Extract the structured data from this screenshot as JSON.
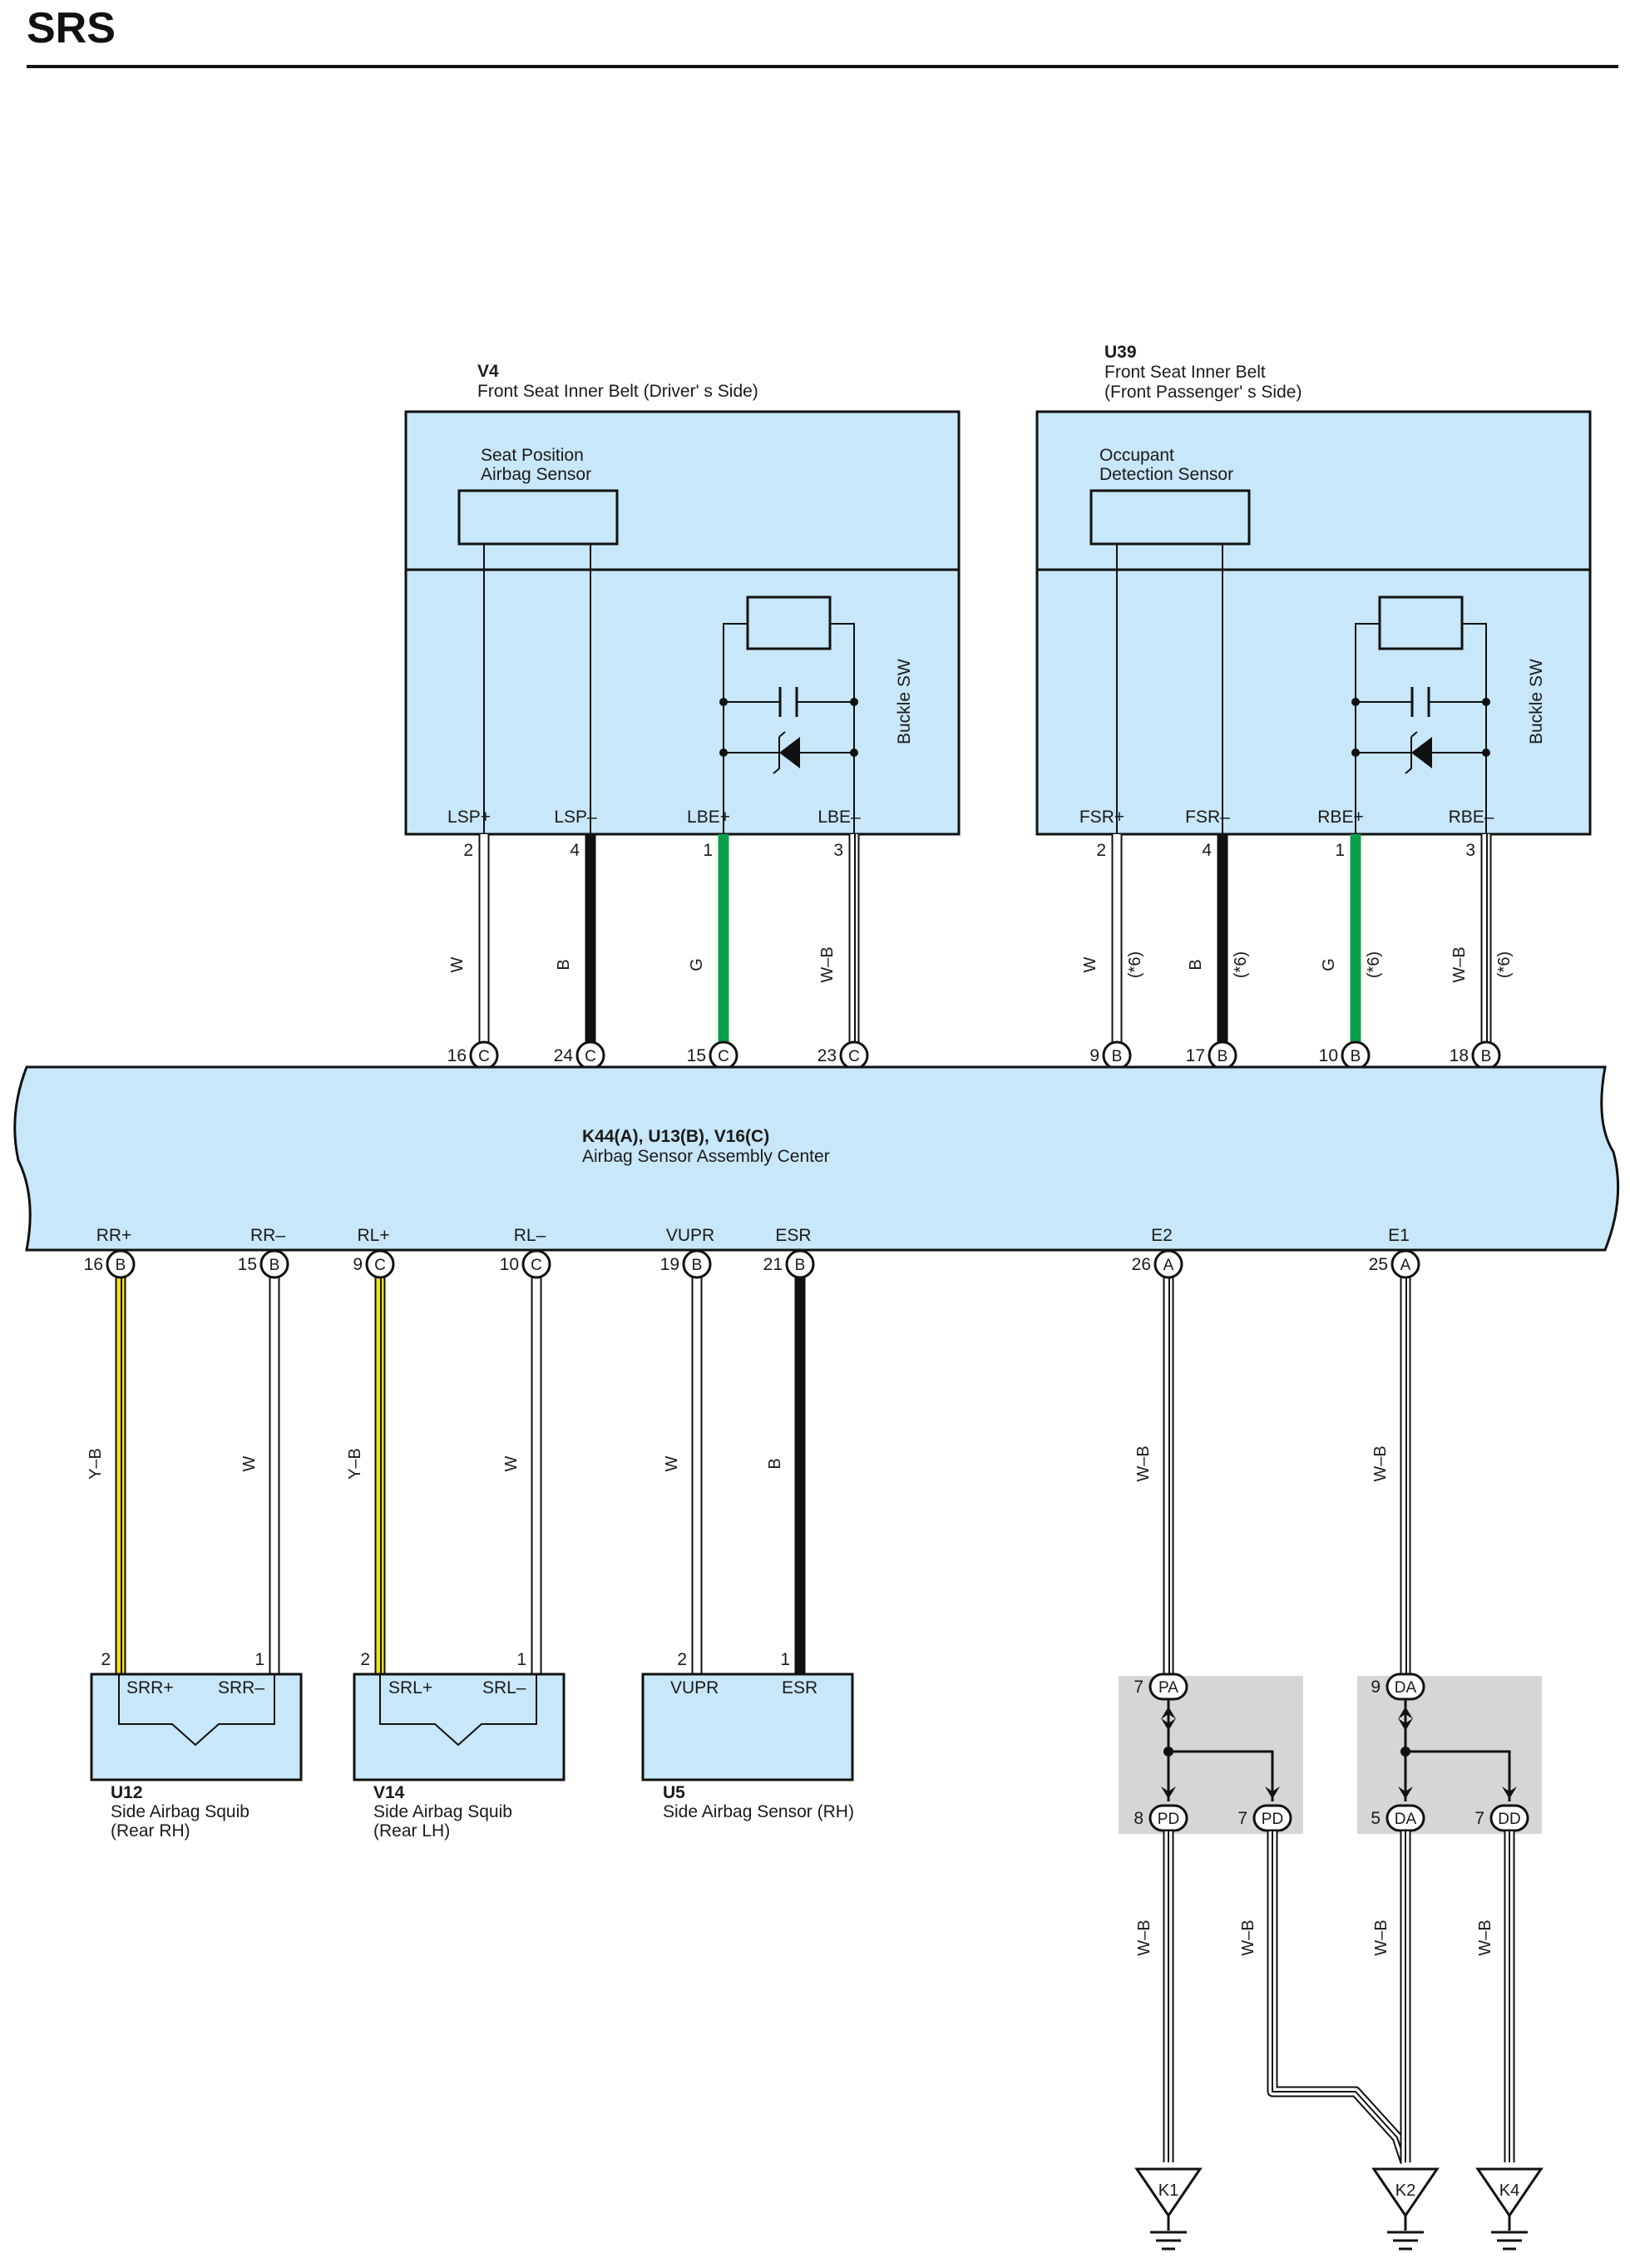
{
  "title": "SRS",
  "colors": {
    "component_fill": "#c8e7f8",
    "splice_fill": "#d6d6d6",
    "wire_W": "#ffffff",
    "wire_B": "#111111",
    "wire_G": "#0aa04a",
    "wire_Y": "#f2e21c",
    "wire_outline": "#111111"
  },
  "components": {
    "v4": {
      "code": "V4",
      "name": "Front Seat Inner Belt (Driver' s Side)",
      "sensor": [
        "Seat Position",
        "Airbag Sensor"
      ],
      "switch": "Buckle SW"
    },
    "u39": {
      "code": "U39",
      "name": [
        "Front Seat Inner Belt",
        "(Front Passenger' s Side)"
      ],
      "sensor": [
        "Occupant",
        "Detection Sensor"
      ],
      "switch": "Buckle SW"
    },
    "ecu": {
      "code": "K44(A), U13(B), V16(C)",
      "name": "Airbag Sensor Assembly Center"
    },
    "u12": {
      "code": "U12",
      "name": [
        "Side Airbag Squib",
        "(Rear RH)"
      ]
    },
    "v14": {
      "code": "V14",
      "name": [
        "Side Airbag Squib",
        "(Rear LH)"
      ]
    },
    "u5": {
      "code": "U5",
      "name": "Side Airbag Sensor (RH)"
    }
  },
  "top_wires": [
    {
      "id": "lsp_plus",
      "upper_pin_label": "LSP+",
      "upper_pin_num": "2",
      "color_code": "W",
      "note": "",
      "ecu_pin_num": "16",
      "connector": "C",
      "ecu_label": "LSP+"
    },
    {
      "id": "lsp_minus",
      "upper_pin_label": "LSP–",
      "upper_pin_num": "4",
      "color_code": "B",
      "note": "",
      "ecu_pin_num": "24",
      "connector": "C",
      "ecu_label": "LSP–"
    },
    {
      "id": "lbe_plus",
      "upper_pin_label": "LBE+",
      "upper_pin_num": "1",
      "color_code": "G",
      "note": "",
      "ecu_pin_num": "15",
      "connector": "C",
      "ecu_label": "LBE+"
    },
    {
      "id": "lbe_minus",
      "upper_pin_label": "LBE–",
      "upper_pin_num": "3",
      "color_code": "W–B",
      "note": "",
      "ecu_pin_num": "23",
      "connector": "C",
      "ecu_label": "LBE–"
    },
    {
      "id": "fsr_plus",
      "upper_pin_label": "FSR+",
      "upper_pin_num": "2",
      "color_code": "W",
      "note": "(*6)",
      "ecu_pin_num": "9",
      "connector": "B",
      "ecu_label": "FSR+"
    },
    {
      "id": "fsr_minus",
      "upper_pin_label": "FSR–",
      "upper_pin_num": "4",
      "color_code": "B",
      "note": "(*6)",
      "ecu_pin_num": "17",
      "connector": "B",
      "ecu_label": "FSR–"
    },
    {
      "id": "rbe_plus",
      "upper_pin_label": "RBE+",
      "upper_pin_num": "1",
      "color_code": "G",
      "note": "(*6)",
      "ecu_pin_num": "10",
      "connector": "B",
      "ecu_label": "RBE+"
    },
    {
      "id": "rbe_minus",
      "upper_pin_label": "RBE–",
      "upper_pin_num": "3",
      "color_code": "W–B",
      "note": "(*6)",
      "ecu_pin_num": "18",
      "connector": "B",
      "ecu_label": "RBE–"
    }
  ],
  "bottom_wires": [
    {
      "id": "rr_plus",
      "ecu_label": "RR+",
      "ecu_pin_num": "16",
      "connector": "B",
      "color_code": "Y–B",
      "lower_pin_num": "2",
      "lower_pin_label": "SRR+"
    },
    {
      "id": "rr_minus",
      "ecu_label": "RR–",
      "ecu_pin_num": "15",
      "connector": "B",
      "color_code": "W",
      "lower_pin_num": "1",
      "lower_pin_label": "SRR–"
    },
    {
      "id": "rl_plus",
      "ecu_label": "RL+",
      "ecu_pin_num": "9",
      "connector": "C",
      "color_code": "Y–B",
      "lower_pin_num": "2",
      "lower_pin_label": "SRL+"
    },
    {
      "id": "rl_minus",
      "ecu_label": "RL–",
      "ecu_pin_num": "10",
      "connector": "C",
      "color_code": "W",
      "lower_pin_num": "1",
      "lower_pin_label": "SRL–"
    },
    {
      "id": "vupr",
      "ecu_label": "VUPR",
      "ecu_pin_num": "19",
      "connector": "B",
      "color_code": "W",
      "lower_pin_num": "2",
      "lower_pin_label": "VUPR"
    },
    {
      "id": "esr",
      "ecu_label": "ESR",
      "ecu_pin_num": "21",
      "connector": "B",
      "color_code": "B",
      "lower_pin_num": "1",
      "lower_pin_label": "ESR"
    },
    {
      "id": "e2",
      "ecu_label": "E2",
      "ecu_pin_num": "26",
      "connector": "A",
      "color_code": "W–B"
    },
    {
      "id": "e1",
      "ecu_label": "E1",
      "ecu_pin_num": "25",
      "connector": "A",
      "color_code": "W–B"
    }
  ],
  "splices": {
    "left": {
      "in_num": "7",
      "in_code": "PA",
      "out1_num": "8",
      "out1_code": "PD",
      "out2_num": "7",
      "out2_code": "PD"
    },
    "right": {
      "in_num": "9",
      "in_code": "DA",
      "out1_num": "5",
      "out1_code": "DA",
      "out2_num": "7",
      "out2_code": "DD"
    }
  },
  "ground_wires": {
    "color_code": "W–B"
  },
  "grounds": [
    "K1",
    "K2",
    "K4"
  ]
}
